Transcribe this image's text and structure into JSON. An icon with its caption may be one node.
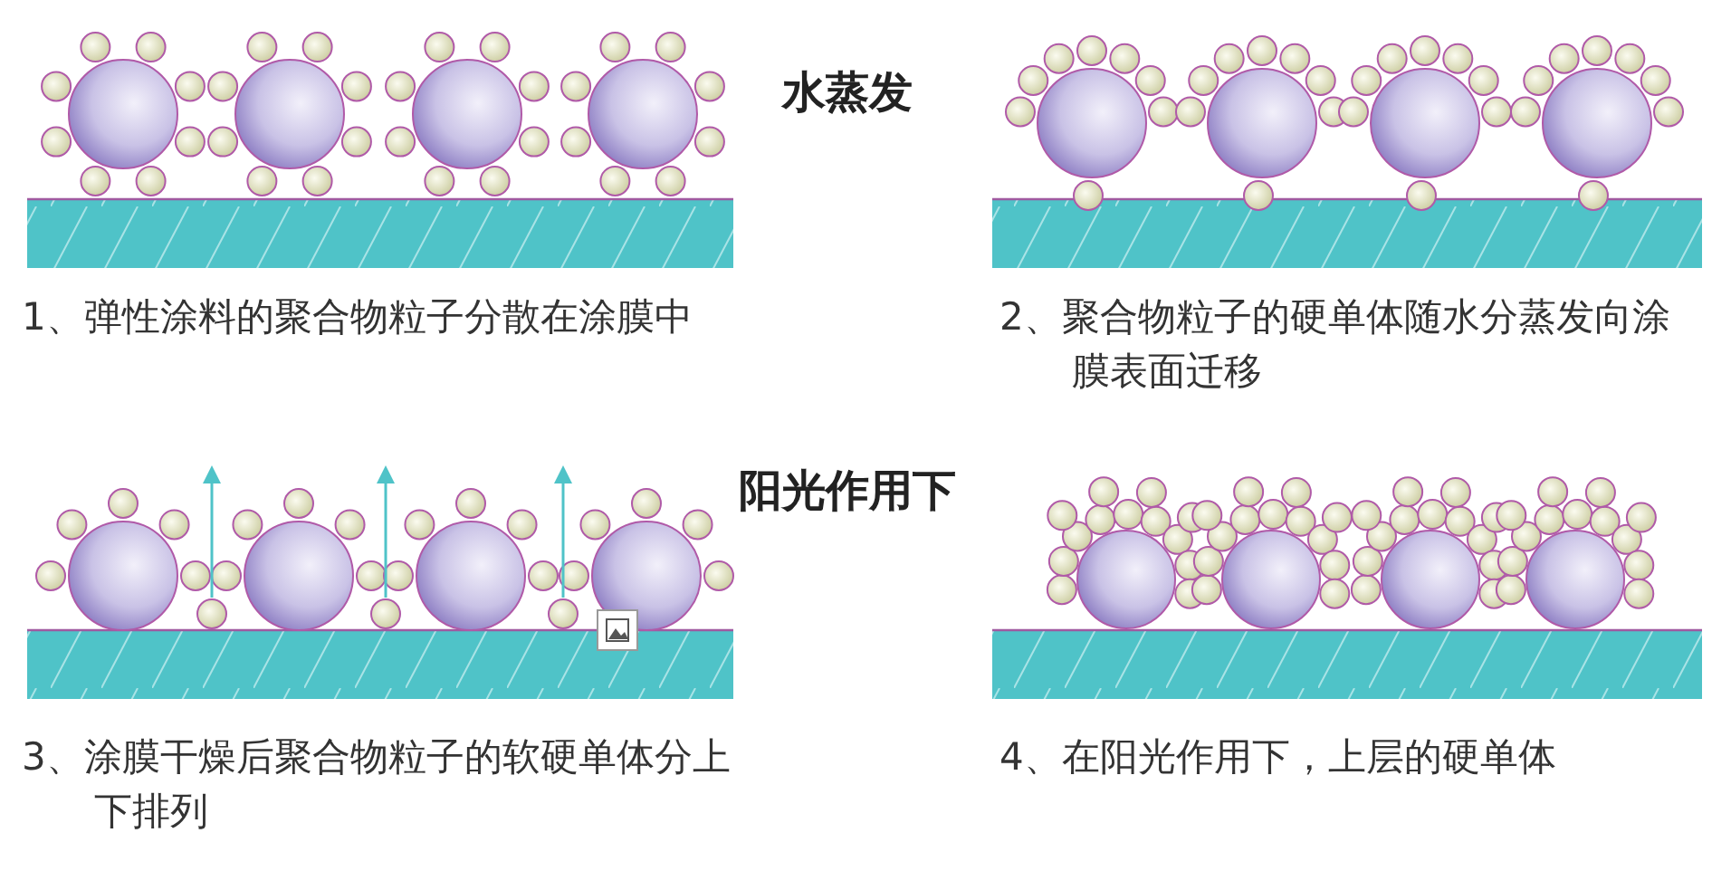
{
  "diagram": {
    "labels": [
      "水蒸发",
      "1、弹性涂料的聚合物粒子分散在涂膜中",
      "2、聚合物粒子的硬单体随水分蒸发向涂膜表面迁移",
      "阳光作用下",
      "3、涂膜干燥后聚合物粒子的软硬单体分上下排列",
      "4、在阳光作用下，上层的硬单体"
    ]
  }
}
